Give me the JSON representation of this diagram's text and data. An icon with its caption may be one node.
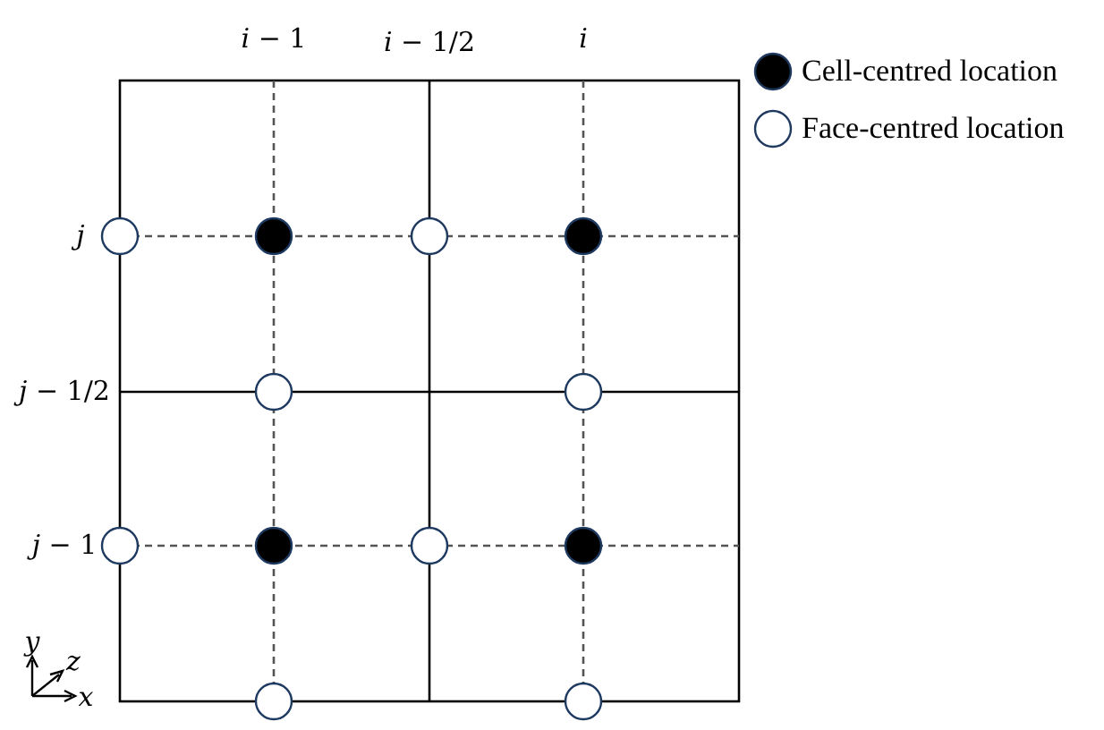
{
  "diagram": {
    "labels": [
      "*i* − 1",
      "*i* − 1/2",
      "*i*",
      "*j*",
      "*j* − 1/2",
      "*j* − 1",
      "*y*",
      "*z*",
      "*x*"
    ],
    "legend": [
      {
        "text": "Cell-centred location"
      },
      {
        "text": "Face-centred location"
      }
    ]
  }
}
